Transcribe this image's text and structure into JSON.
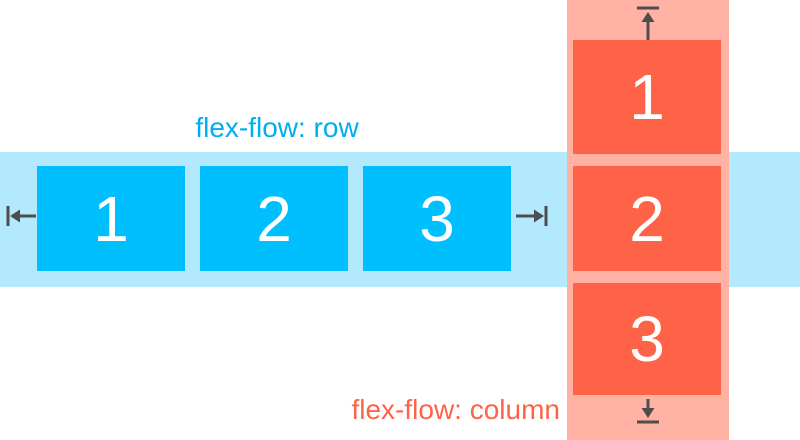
{
  "background_color": "#FFFFFF",
  "arrow_color": "#4D4D4D",
  "row": {
    "label": "flex-flow: row",
    "label_color": "#00AEEF",
    "band_color": "#B3E9FC",
    "item_color": "#00BFFF",
    "item_text_color": "#FFFFFF",
    "items": [
      "1",
      "2",
      "3"
    ],
    "start_icon": "leftwards-arrow-to-bar",
    "end_icon": "rightwards-arrow-to-bar"
  },
  "column": {
    "label": "flex-flow: column",
    "label_color": "#FF6347",
    "band_color": "#FFB1A3",
    "item_color": "#FF6347",
    "item_text_color": "#FFFFFF",
    "items": [
      "1",
      "2",
      "3"
    ],
    "start_icon": "upwards-arrow-to-bar",
    "end_icon": "downwards-arrow-to-bar"
  }
}
